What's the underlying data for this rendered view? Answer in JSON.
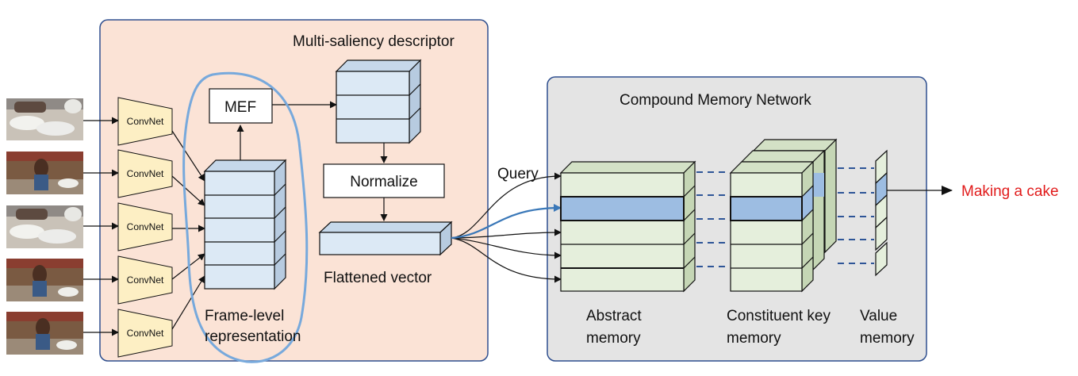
{
  "left_panel": {
    "title": "Multi-saliency descriptor",
    "convnet_labels": [
      "ConvNet",
      "ConvNet",
      "ConvNet",
      "ConvNet",
      "ConvNet"
    ],
    "mef_label": "MEF",
    "normalize_label": "Normalize",
    "flattened_label": "Flattened vector",
    "frame_level_label_line1": "Frame-level",
    "frame_level_label_line2": "representation"
  },
  "right_panel": {
    "title": "Compound Memory Network",
    "query_label": "Query",
    "abstract_label_line1": "Abstract",
    "abstract_label_line2": "memory",
    "constituent_label_line1": "Constituent key",
    "constituent_label_line2": "memory",
    "value_label_line1": "Value",
    "value_label_line2": "memory"
  },
  "output_label": "Making a cake",
  "colors": {
    "left_panel_fill": "#fbe3d6",
    "right_panel_fill": "#e4e4e4",
    "panel_border": "#2f4f8f",
    "convnet_fill": "#fdefc4",
    "frame_cube_fill": "#dce9f5",
    "memory_fill": "#e5efdc",
    "highlight_row": "#9dbde2",
    "dash_blue": "#2e5597",
    "ellipse_blue": "#77a9dc",
    "output_red": "#e11b1b"
  }
}
